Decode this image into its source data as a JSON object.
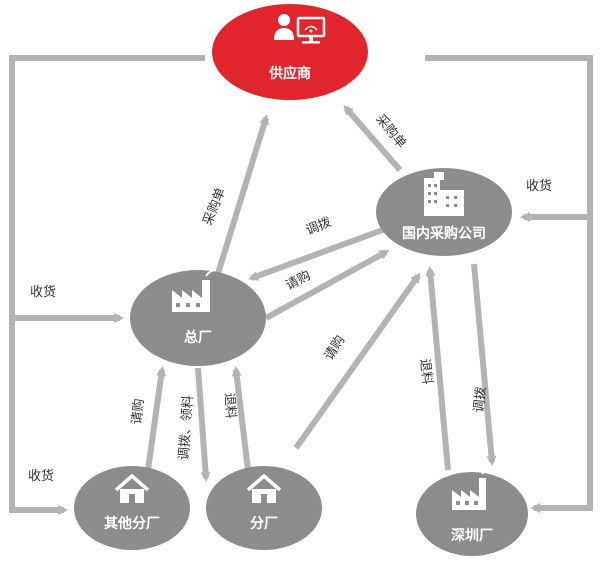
{
  "colors": {
    "supplier_fill": "#e0262c",
    "node_fill": "#8c8c8c",
    "arrow": "#b3b3b3",
    "icon_white": "#ffffff"
  },
  "nodes": {
    "supplier": "供应商",
    "domestic_purchasing": "国内采购公司",
    "head_factory": "总厂",
    "other_branch": "其他分厂",
    "branch": "分厂",
    "shenzhen": "深圳厂"
  },
  "edges": {
    "po_head": "采购单",
    "po_domestic": "采购单",
    "transfer_to_head": "调拨",
    "request_from_head": "请购",
    "request_from_branch": "请购",
    "request_other": "请购",
    "transfer_pick": "调拨、领料",
    "return_branch": "退料",
    "return_shenzhen": "退料",
    "transfer_shenzhen": "调拨"
  },
  "receipts": {
    "left_top": "收货",
    "left_bottom": "收货",
    "right": "收货"
  }
}
